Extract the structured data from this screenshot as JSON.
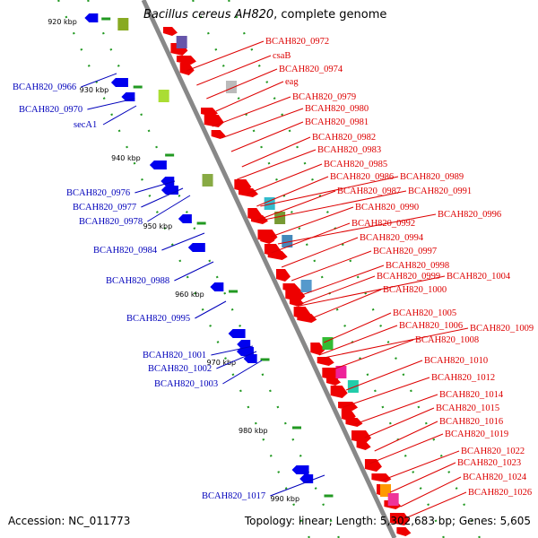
{
  "title": {
    "organism": "Bacillus cereus AH820",
    "suffix": ", complete genome"
  },
  "footer": {
    "accession": "Accession: NC_011773",
    "topology": "Topology: linear; Length: 5,302,683 bp; Genes: 5,605"
  },
  "colors": {
    "forward_label": "#dd0000",
    "reverse_label": "#0000bb",
    "forward_gene": "#ee0000",
    "reverse_gene": "#0000ee",
    "axis": "#888888",
    "ticks": "#229922"
  },
  "kbp_markers": [
    {
      "label": "920 kbp",
      "pos": 920
    },
    {
      "label": "930 kbp",
      "pos": 930
    },
    {
      "label": "940 kbp",
      "pos": 940
    },
    {
      "label": "950 kbp",
      "pos": 950
    },
    {
      "label": "960 kbp",
      "pos": 960
    },
    {
      "label": "970 kbp",
      "pos": 970
    },
    {
      "label": "980 kbp",
      "pos": 980
    },
    {
      "label": "990 kbp",
      "pos": 990
    }
  ],
  "forward_labels": [
    "BCAH820_0972",
    "csaB",
    "BCAH820_0974",
    "eag",
    "BCAH820_0979",
    "BCAH820_0980",
    "BCAH820_0981",
    "BCAH820_0982",
    "BCAH820_0983",
    "BCAH820_0985",
    "BCAH820_0986",
    "BCAH820_0989",
    "BCAH820_0987",
    "BCAH820_0991",
    "BCAH820_0990",
    "BCAH820_0996",
    "BCAH820_0992",
    "BCAH820_0994",
    "BCAH820_0997",
    "BCAH820_0998",
    "BCAH820_0999",
    "BCAH820_1004",
    "BCAH820_1000",
    "BCAH820_1005",
    "BCAH820_1006",
    "BCAH820_1009",
    "BCAH820_1008",
    "BCAH820_1010",
    "BCAH820_1012",
    "BCAH820_1014",
    "BCAH820_1015",
    "BCAH820_1016",
    "BCAH820_1019",
    "BCAH820_1022",
    "BCAH820_1023",
    "BCAH820_1024",
    "BCAH820_1026"
  ],
  "reverse_labels": [
    "BCAH820_0966",
    "BCAH820_0970",
    "secA1",
    "BCAH820_0976",
    "BCAH820_0977",
    "BCAH820_0978",
    "BCAH820_0984",
    "BCAH820_0988",
    "BCAH820_0995",
    "BCAH820_1001",
    "BCAH820_1002",
    "BCAH820_1003",
    "BCAH820_1017"
  ]
}
